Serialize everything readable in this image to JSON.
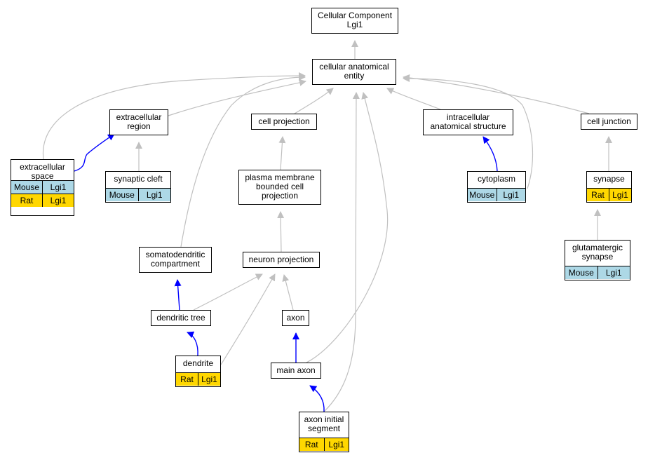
{
  "colors": {
    "mouse": "#add8e6",
    "rat": "#ffd700",
    "is_a_edge": "#c0c0c0",
    "part_of_edge": "#0000ff"
  },
  "nodes": {
    "root": {
      "label": "Cellular Component\nLgi1"
    },
    "cae": {
      "label": "cellular anatomical\nentity"
    },
    "er": {
      "label": "extracellular\nregion"
    },
    "cp": {
      "label": "cell projection"
    },
    "ias": {
      "label": "intracellular\nanatomical structure"
    },
    "cj": {
      "label": "cell junction"
    },
    "es": {
      "label": "extracellular\nspace",
      "annotations": [
        {
          "species": "Mouse",
          "gene": "Lgi1"
        },
        {
          "species": "Rat",
          "gene": "Lgi1"
        }
      ]
    },
    "sc": {
      "label": "synaptic cleft",
      "annotations": [
        {
          "species": "Mouse",
          "gene": "Lgi1"
        }
      ]
    },
    "pm": {
      "label": "plasma membrane\nbounded cell\nprojection"
    },
    "cyto": {
      "label": "cytoplasm",
      "annotations": [
        {
          "species": "Mouse",
          "gene": "Lgi1"
        }
      ]
    },
    "syn": {
      "label": "synapse",
      "annotations": [
        {
          "species": "Rat",
          "gene": "Lgi1"
        }
      ]
    },
    "sdc": {
      "label": "somatodendritic\ncompartment"
    },
    "np": {
      "label": "neuron projection"
    },
    "gs": {
      "label": "glutamatergic\nsynapse",
      "annotations": [
        {
          "species": "Mouse",
          "gene": "Lgi1"
        }
      ]
    },
    "dt": {
      "label": "dendritic tree"
    },
    "axon": {
      "label": "axon"
    },
    "dend": {
      "label": "dendrite",
      "annotations": [
        {
          "species": "Rat",
          "gene": "Lgi1"
        }
      ]
    },
    "ma": {
      "label": "main axon"
    },
    "ais": {
      "label": "axon initial\nsegment",
      "annotations": [
        {
          "species": "Rat",
          "gene": "Lgi1"
        }
      ]
    }
  },
  "edges": [
    {
      "from": "cae",
      "to": "root",
      "type": "is_a"
    },
    {
      "from": "er",
      "to": "cae",
      "type": "is_a"
    },
    {
      "from": "cp",
      "to": "cae",
      "type": "is_a"
    },
    {
      "from": "ias",
      "to": "cae",
      "type": "is_a"
    },
    {
      "from": "cj",
      "to": "cae",
      "type": "is_a"
    },
    {
      "from": "es",
      "to": "cae",
      "type": "is_a"
    },
    {
      "from": "sdc",
      "to": "cae",
      "type": "is_a"
    },
    {
      "from": "cyto",
      "to": "cae",
      "type": "is_a"
    },
    {
      "from": "ma",
      "to": "cae",
      "type": "is_a"
    },
    {
      "from": "ais",
      "to": "cae",
      "type": "is_a"
    },
    {
      "from": "es",
      "to": "er",
      "type": "part_of"
    },
    {
      "from": "sc",
      "to": "er",
      "type": "is_a"
    },
    {
      "from": "pm",
      "to": "cp",
      "type": "is_a"
    },
    {
      "from": "cyto",
      "to": "ias",
      "type": "part_of"
    },
    {
      "from": "syn",
      "to": "cj",
      "type": "is_a"
    },
    {
      "from": "np",
      "to": "pm",
      "type": "is_a"
    },
    {
      "from": "gs",
      "to": "syn",
      "type": "is_a"
    },
    {
      "from": "dt",
      "to": "sdc",
      "type": "part_of"
    },
    {
      "from": "dt",
      "to": "np",
      "type": "is_a"
    },
    {
      "from": "dend",
      "to": "np",
      "type": "is_a"
    },
    {
      "from": "axon",
      "to": "np",
      "type": "is_a"
    },
    {
      "from": "dend",
      "to": "dt",
      "type": "part_of"
    },
    {
      "from": "ma",
      "to": "axon",
      "type": "part_of"
    },
    {
      "from": "ais",
      "to": "ma",
      "type": "part_of"
    }
  ]
}
